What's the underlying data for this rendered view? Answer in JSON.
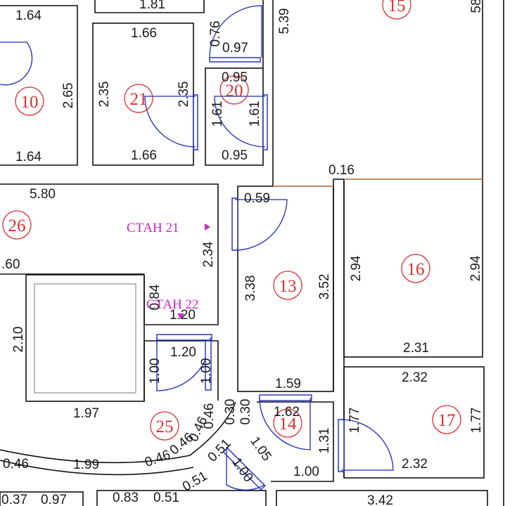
{
  "rooms": [
    "10",
    "15",
    "16",
    "17",
    "20",
    "21",
    "13",
    "14",
    "25",
    "26"
  ],
  "stations": [
    {
      "label": "СТАН 21",
      "marker": "triangle-right"
    },
    {
      "label": "СТАН 22",
      "marker": "triangle-down"
    }
  ],
  "dimensions": {
    "r10": [
      "1.64",
      "2.65",
      "1.64"
    ],
    "top": [
      "1.81",
      "0.76",
      "0.97",
      "5.39",
      "58"
    ],
    "r21": [
      "1.66",
      "2.35",
      "2.35",
      "1.66"
    ],
    "r20": [
      "0.95",
      "1.61",
      "1.61",
      "0.95"
    ],
    "corridor": [
      "0.16"
    ],
    "r26": [
      "5.80",
      ".60",
      "2.34",
      "0.84",
      "1.20",
      "2.10",
      "1.97"
    ],
    "r13": [
      "0.59",
      "3.38",
      "3.52",
      "1.59"
    ],
    "r16": [
      "2.94",
      "2.94",
      "2.31"
    ],
    "r17": [
      "2.32",
      "1.77",
      "1.77",
      "2.32"
    ],
    "r25": [
      "1.20",
      "1.00",
      "1.00",
      "0.46",
      "0.30",
      "0.30"
    ],
    "r14": [
      "1.62",
      "1.31",
      "1.00",
      "1.05"
    ],
    "bottom": [
      "0.46",
      "1.99",
      "0.46",
      "0.46",
      "0.46",
      "0.51",
      "1.00",
      "0.51",
      "0.37",
      "0.97",
      "0.83",
      "0.51",
      "3.42"
    ]
  }
}
